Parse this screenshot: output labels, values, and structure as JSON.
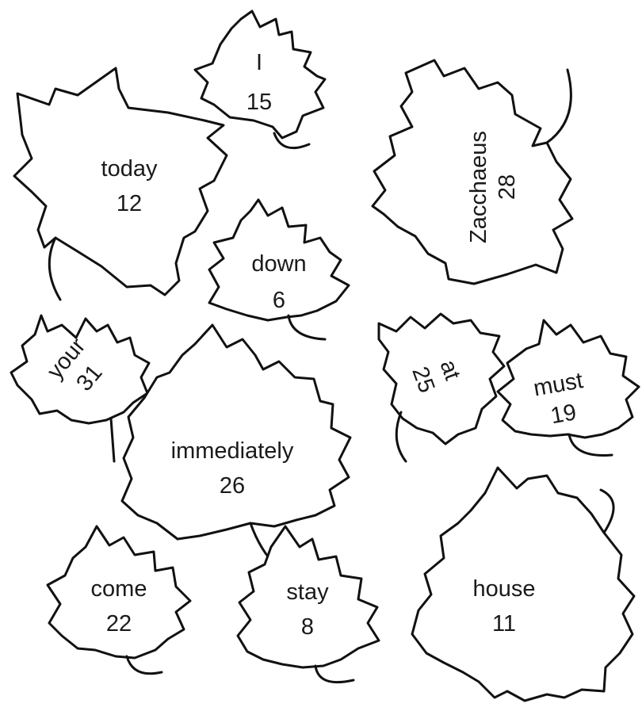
{
  "leaves": [
    {
      "id": "today",
      "word": "today",
      "number": "12"
    },
    {
      "id": "i",
      "word": "I",
      "number": "15"
    },
    {
      "id": "zacchaeus",
      "word": "Zacchaeus",
      "number": "28"
    },
    {
      "id": "down",
      "word": "down",
      "number": "6"
    },
    {
      "id": "your",
      "word": "your",
      "number": "31"
    },
    {
      "id": "immediately",
      "word": "immediately",
      "number": "26"
    },
    {
      "id": "at",
      "word": "at",
      "number": "25"
    },
    {
      "id": "must",
      "word": "must",
      "number": "19"
    },
    {
      "id": "come",
      "word": "come",
      "number": "22"
    },
    {
      "id": "stay",
      "word": "stay",
      "number": "8"
    },
    {
      "id": "house",
      "word": "house",
      "number": "11"
    }
  ],
  "colors": {
    "outline": "#111111",
    "text": "#1a1a1a",
    "background": "#ffffff"
  }
}
